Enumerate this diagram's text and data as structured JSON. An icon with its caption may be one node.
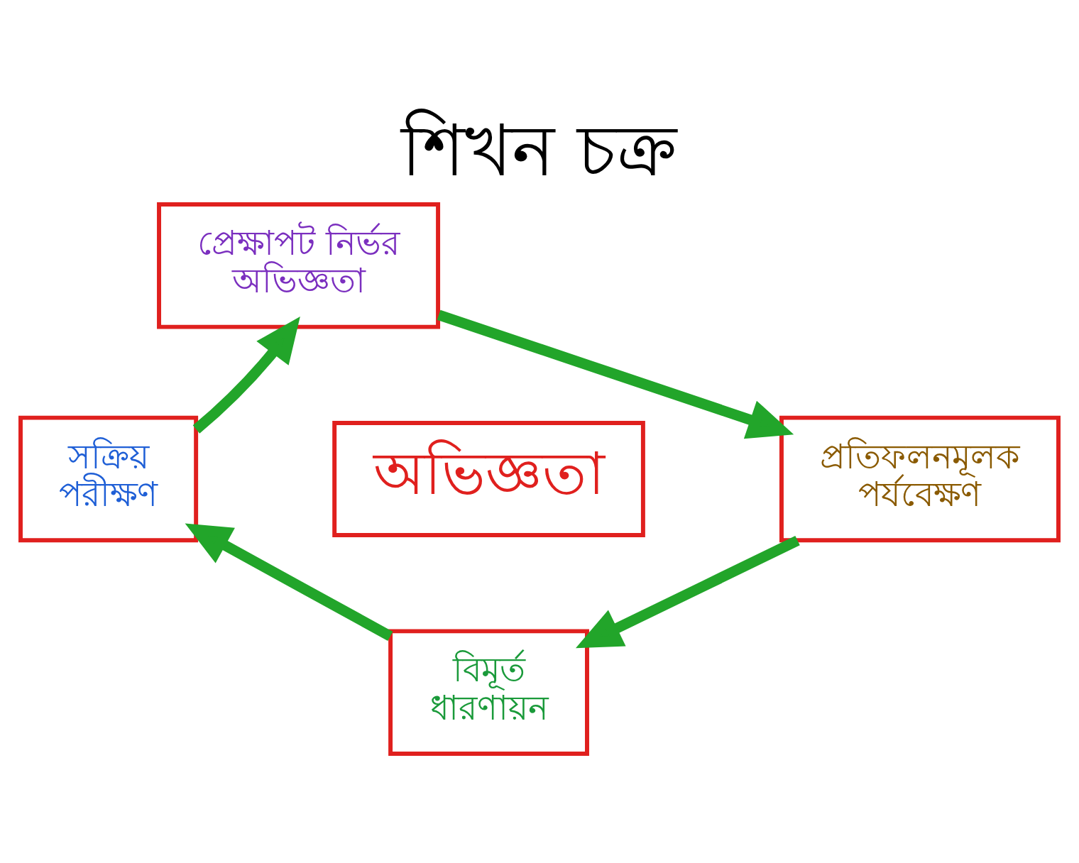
{
  "diagram": {
    "title": "শিখন চক্র",
    "nodes": [
      {
        "text": [
          "প্রেক্ষাপট নির্ভর অভিজ্ঞতা"
        ]
      },
      {
        "text": [
          "সক্রিয় পরীক্ষণ"
        ]
      },
      {
        "text": [
          "অভিজ্ঞতা"
        ]
      },
      {
        "text": [
          "প্রতিফলনমূলক পর্যবেক্ষণ"
        ]
      },
      {
        "text": [
          "বিমূর্ত ধারণায়ন"
        ]
      }
    ],
    "edges": [
      {
        "from": 0,
        "to": 3,
        "arrow": "to"
      },
      {
        "from": 3,
        "to": 4,
        "arrow": "to"
      },
      {
        "from": 4,
        "to": 1,
        "arrow": "to"
      },
      {
        "from": 1,
        "to": 0,
        "arrow": "to"
      }
    ]
  }
}
